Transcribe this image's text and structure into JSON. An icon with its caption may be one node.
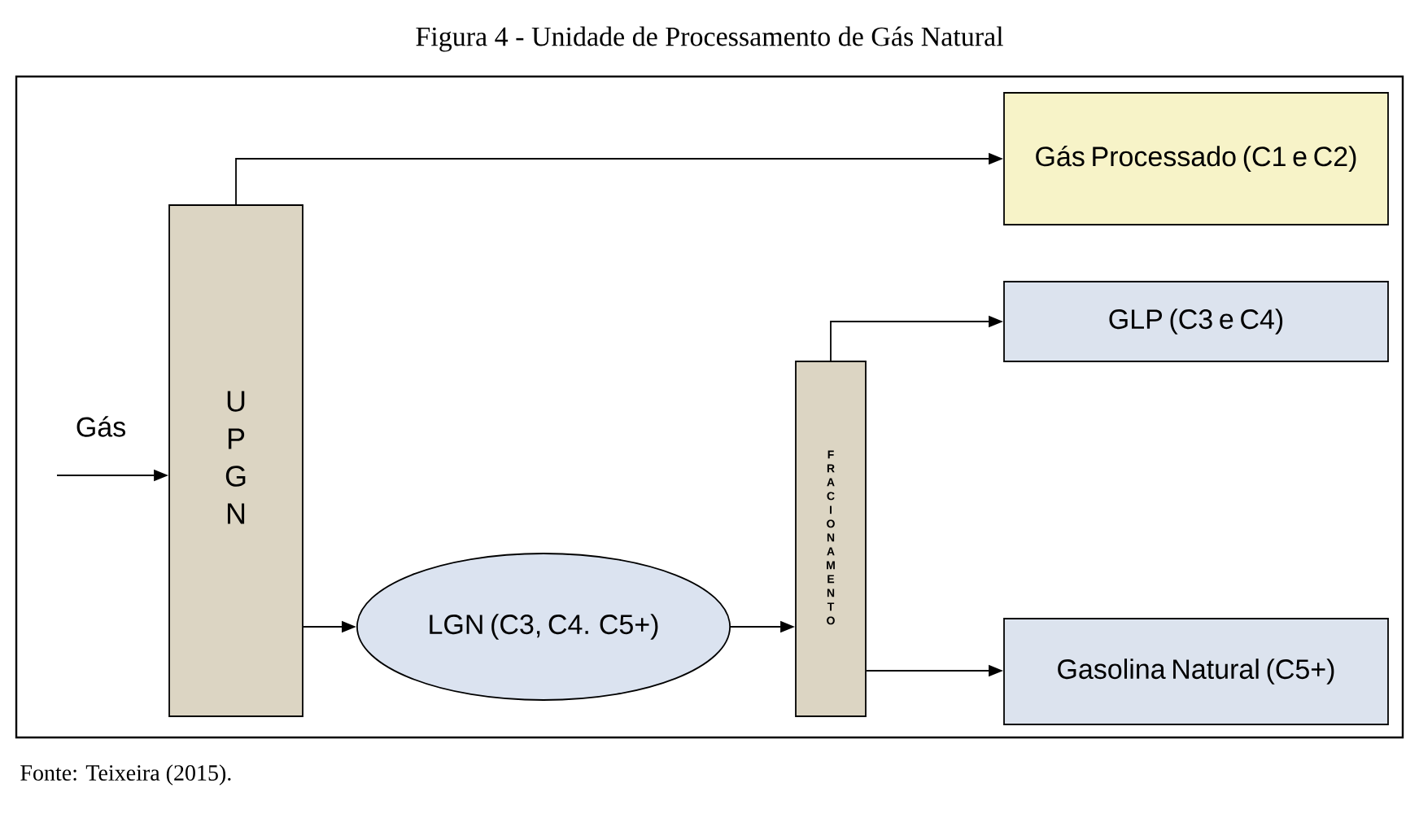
{
  "diagram": {
    "title": "Figura 4 - Unidade de Processamento de Gás Natural",
    "caption": "Fonte: Teixeira (2015).",
    "nodes": [
      {
        "text": [
          "UPGN"
        ]
      },
      {
        "text": [
          "Gás Processado (C1 e C2)"
        ]
      },
      {
        "text": [
          "GLP (C3 e C4)"
        ]
      },
      {
        "text": [
          "FRACIONAMENTO"
        ]
      },
      {
        "text": [
          "LGN (C3, C4. C5+)"
        ]
      },
      {
        "text": [
          "Gasolina Natural (C5+)"
        ]
      }
    ],
    "edges": [
      {
        "from": null,
        "to": 0,
        "arrow": "to",
        "label": "Gás"
      },
      {
        "from": 0,
        "to": 1,
        "arrow": "to"
      },
      {
        "from": 0,
        "to": 4,
        "arrow": "to"
      },
      {
        "from": 4,
        "to": 3,
        "arrow": "to"
      },
      {
        "from": 3,
        "to": 2,
        "arrow": "to"
      },
      {
        "from": 3,
        "to": 5,
        "arrow": "to"
      }
    ]
  }
}
